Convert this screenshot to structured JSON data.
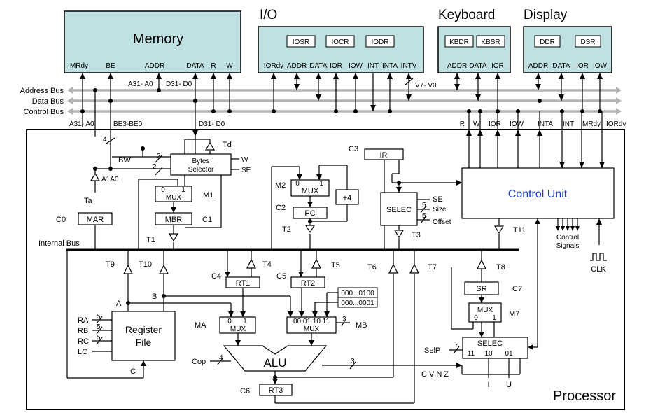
{
  "devices": {
    "memory": {
      "title": "Memory",
      "pins": [
        "MRdy",
        "BE",
        "ADDR",
        "DATA",
        "R",
        "W"
      ]
    },
    "io": {
      "title": "I/O",
      "regs": [
        "IOSR",
        "IOCR",
        "IODR"
      ],
      "pins": [
        "IORdy",
        "ADDR",
        "DATA",
        "IOR",
        "IOW",
        "INT",
        "INTA",
        "INTV"
      ]
    },
    "keyboard": {
      "title": "Keyboard",
      "regs": [
        "KBDR",
        "KBSR"
      ],
      "pins": [
        "ADDR",
        "DATA",
        "IOR"
      ]
    },
    "display": {
      "title": "Display",
      "regs": [
        "DDR",
        "DSR"
      ],
      "pins": [
        "ADDR",
        "DATA",
        "IOR",
        "IOW"
      ]
    }
  },
  "buses": {
    "address": "Address Bus",
    "data": "Data Bus",
    "control": "Control Bus",
    "internal": "Internal Bus"
  },
  "bus_labels": {
    "a31_a0_top": "A31- A0",
    "d31_d0_top": "D31- D0",
    "v7_v0": "V7- V0",
    "a31_a0": "A31- A0",
    "be3_be0": "BE3-BE0",
    "d31_d0": "D31- D0",
    "four": "4",
    "two1": "2",
    "two2": "2",
    "a1a0": "A1A0",
    "five1": "5",
    "five2": "5",
    "five3": "5",
    "five_size": "5",
    "five_off": "5",
    "cop4": "4",
    "three": "3",
    "two_mb": "2",
    "two_sel": "2"
  },
  "processor": {
    "title": "Processor",
    "control_unit": "Control Unit",
    "control_signals": [
      "Control",
      "Signals"
    ],
    "clk": "CLK",
    "cu_pins": [
      "R",
      "W",
      "IOR",
      "IOW",
      "INTA",
      "INT",
      "MRdy",
      "IORdy"
    ]
  },
  "blocks": {
    "bytes_selector": [
      "Bytes",
      "Selector"
    ],
    "bw": "BW",
    "w": "W",
    "se": "SE",
    "td": "Td",
    "mar": "MAR",
    "mbr": "MBR",
    "ir": "IR",
    "pc": "PC",
    "plus4": "+4",
    "selec_ir": "SELEC",
    "se2": "SE",
    "size": "Size",
    "offset": "Offset",
    "mux": "MUX",
    "mux_small": "MUX",
    "rt1": "RT1",
    "rt2": "RT2",
    "rt3": "RT3",
    "sr": "SR",
    "alu": "ALU",
    "register_file": [
      "Register",
      "File"
    ],
    "selec_bottom": "SELEC",
    "const1": "000...0100",
    "const2": "000...0001",
    "cvnz": "C V N Z",
    "selec_inputs": [
      "11",
      "10",
      "01"
    ],
    "mux_bits_mb": "00  01  10  11",
    "i": "I",
    "u": "U"
  },
  "signals": {
    "c0": "C0",
    "c1": "C1",
    "c2": "C2",
    "c3": "C3",
    "c4": "C4",
    "c5": "C5",
    "c6": "C6",
    "c7": "C7",
    "m1": "M1",
    "m2": "M2",
    "m7": "M7",
    "ma": "MA",
    "mb": "MB",
    "cop": "Cop",
    "selp": "SelP",
    "ta": "Ta",
    "t1": "T1",
    "t2": "T2",
    "t3": "T3",
    "t4": "T4",
    "t5": "T5",
    "t6": "T6",
    "t7": "T7",
    "t8": "T8",
    "t9": "T9",
    "t10": "T10",
    "t11": "T11",
    "ra": "RA",
    "rb": "RB",
    "rc": "RC",
    "lc": "LC",
    "a": "A",
    "b": "B",
    "c": "C",
    "zero": "0",
    "one": "1"
  }
}
